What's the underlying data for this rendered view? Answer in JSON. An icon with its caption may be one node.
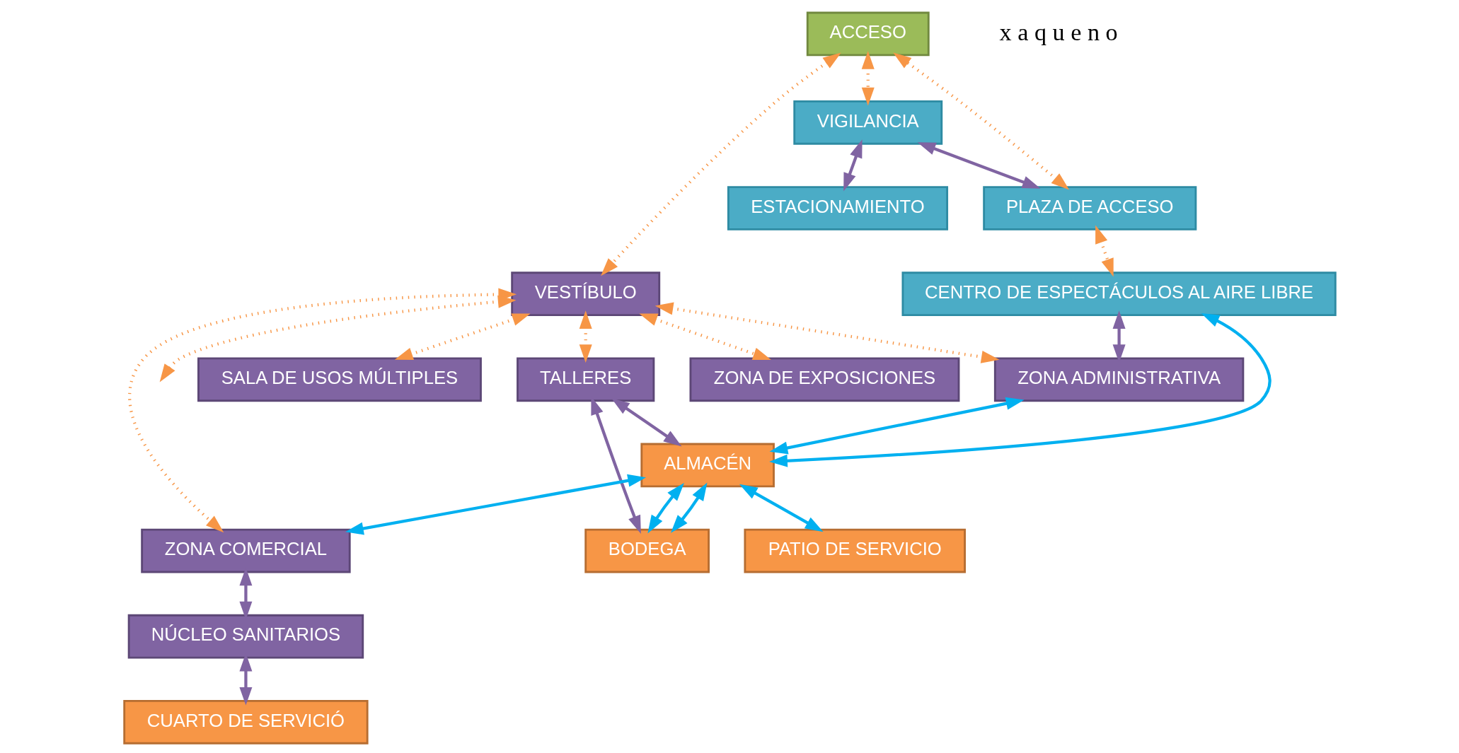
{
  "diagram": {
    "nodes": [
      {
        "text": [
          "CENTRO DE ESPECTÁCULOS AL AIRE LIBRE"
        ]
      },
      {
        "text": [
          "PLAZA DE ACCESO"
        ]
      },
      {
        "text": [
          "VIGILANCIA"
        ]
      },
      {
        "text": [
          "ZONA ADMINISTRATIVA"
        ]
      },
      {
        "text": [
          "ACCESO"
        ]
      },
      {
        "text": [
          "ESTACIONAMIENTO"
        ]
      },
      {
        "text": [
          "SALA DE USOS MÚLTIPLES"
        ]
      },
      {
        "text": [
          "VESTÍBULO"
        ]
      },
      {
        "text": [
          "ZONA COMERCIAL"
        ]
      },
      {
        "text": [
          "TALLERES"
        ]
      },
      {
        "text": [
          "ZONA DE EXPOSICIONES"
        ]
      },
      {
        "text": [
          "NÚCLEO SANITARIOS"
        ]
      },
      {
        "text": [
          "BODEGA"
        ]
      },
      {
        "text": [
          "ALMACÉN"
        ]
      },
      {
        "text": [
          "CUARTO DE SERVICIÓ"
        ]
      },
      {
        "text": [
          "PATIO DE SERVICIO"
        ]
      }
    ],
    "edges": [
      {
        "from": 1,
        "to": 0,
        "arrow": "both",
        "style": "dashed",
        "color": "#f79646"
      },
      {
        "from": 2,
        "to": 1,
        "arrow": "both",
        "color": "#8064a2"
      },
      {
        "from": 4,
        "to": 2,
        "arrow": "both",
        "style": "dashed",
        "color": "#f79646"
      },
      {
        "from": 1,
        "to": 4,
        "arrow": "both",
        "style": "dashed",
        "color": "#f79646"
      },
      {
        "from": 0,
        "to": 3,
        "arrow": "both",
        "color": "#8064a2"
      },
      {
        "from": 4,
        "to": 7,
        "arrow": "both",
        "style": "dashed",
        "color": "#f79646"
      },
      {
        "from": 7,
        "to": 3,
        "arrow": "both",
        "style": "dashed",
        "color": "#f79646"
      },
      {
        "from": 2,
        "to": 5,
        "arrow": "both",
        "color": "#8064a2"
      },
      {
        "from": 7,
        "to": 8,
        "arrow": "both",
        "style": "dashed",
        "color": "#f79646"
      },
      {
        "from": 7,
        "to": 6,
        "arrow": "both",
        "style": "dashed",
        "color": "#f79646"
      },
      {
        "from": 7,
        "to": 9,
        "arrow": "both",
        "style": "dashed",
        "color": "#f79646"
      },
      {
        "from": 7,
        "to": 10,
        "arrow": "both",
        "style": "dashed",
        "color": "#f79646"
      },
      {
        "from": 7,
        "to": null,
        "arrow": "both",
        "style": "dashed",
        "color": "#f79646"
      },
      {
        "from": 8,
        "to": 11,
        "arrow": "both",
        "color": "#8064a2"
      },
      {
        "from": 11,
        "to": 14,
        "arrow": "both",
        "color": "#8064a2"
      },
      {
        "from": 9,
        "to": 12,
        "arrow": "both",
        "color": "#8064a2"
      },
      {
        "from": 9,
        "to": 13,
        "arrow": "both",
        "color": "#8064a2"
      },
      {
        "from": 12,
        "to": 13,
        "arrow": "both",
        "color": "#00b0f0"
      },
      {
        "from": 3,
        "to": 13,
        "arrow": "both",
        "color": "#00b0f0"
      },
      {
        "from": 13,
        "to": 0,
        "arrow": "both",
        "color": "#00b0f0"
      },
      {
        "from": 13,
        "to": 12,
        "arrow": "both",
        "color": "#00b0f0"
      },
      {
        "from": 13,
        "to": 15,
        "arrow": "both",
        "color": "#00b0f0"
      },
      {
        "from": 13,
        "to": 8,
        "arrow": "both",
        "color": "#00b0f0"
      }
    ],
    "labels": [
      "x a q u e n o"
    ]
  }
}
